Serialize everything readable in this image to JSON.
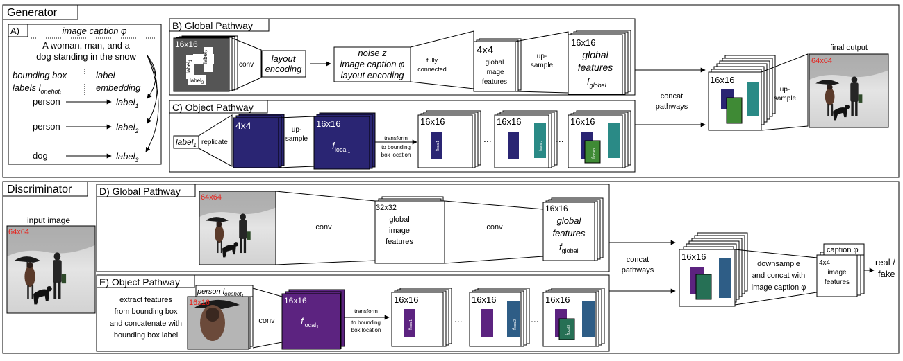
{
  "generator": {
    "title": "Generator",
    "a_label": "A)",
    "caption_header": "image caption φ",
    "caption_text": [
      "A woman, man, and a",
      "dog standing in the snow"
    ],
    "bbox_header": [
      "bounding box",
      "labels l"
    ],
    "bbox_sub": "onehot",
    "bbox_subsub": "i",
    "label_header": [
      "label",
      "embedding"
    ],
    "objects": [
      "person",
      "person",
      "dog"
    ],
    "embeddings": [
      "label",
      "label",
      "label"
    ],
    "embedding_idx": [
      "1",
      "2",
      "3"
    ],
    "global_pathway": {
      "title": "B) Global Pathway",
      "layout_size": "16x16",
      "layout_labels": [
        "label",
        "label",
        "label"
      ],
      "layout_label_idx": [
        "1",
        "2",
        "3"
      ],
      "conv": "conv",
      "layout_encoding": [
        "layout",
        "encoding"
      ],
      "inputs": [
        "noise z",
        "image caption φ",
        "layout encoding"
      ],
      "fc": [
        "fully",
        "connected"
      ],
      "feat_size": "4x4",
      "feat_text": [
        "global",
        "image",
        "features"
      ],
      "upsample": [
        "up-",
        "sample"
      ],
      "out_size": "16x16",
      "out_text": [
        "global",
        "features"
      ],
      "out_f": "f",
      "out_f_sub": "global"
    },
    "object_pathway": {
      "title": "C) Object Pathway",
      "label": "label",
      "label_idx": "1",
      "replicate": "replicate",
      "cube_size": "4x4",
      "upsample": [
        "up-",
        "sample"
      ],
      "local_size": "16x16",
      "f": "f",
      "f_sub": "local",
      "f_idx": "1",
      "transform": [
        "transform",
        "to bounding",
        "box location"
      ],
      "map_size": "16x16",
      "local_labels": [
        "f",
        "f",
        "f"
      ],
      "local_sub": [
        "local1",
        "local2",
        "local3"
      ],
      "dots": "...",
      "concat": [
        "concat",
        "pathways"
      ]
    },
    "merge": {
      "size": "16x16",
      "upsample": [
        "up-",
        "sample"
      ],
      "final_output": "final output",
      "final_size": "64x64"
    }
  },
  "discriminator": {
    "title": "Discriminator",
    "input_image": "input image",
    "input_size": "64x64",
    "global_pathway": {
      "title": "D) Global Pathway",
      "img_size": "64x64",
      "conv1": "conv",
      "mid_size": "32x32",
      "mid_text": [
        "global",
        "image",
        "features"
      ],
      "conv2": "conv",
      "out_size": "16x16",
      "out_text": [
        "global",
        "features"
      ],
      "out_f": "f",
      "out_f_sub": "global"
    },
    "object_pathway": {
      "title": "E) Object Pathway",
      "extract": [
        "extract features",
        "from bounding box",
        "and concatenate with",
        "bounding box label"
      ],
      "person_label": "person l",
      "person_sub": "onehot",
      "person_subsub": "1",
      "crop_size": "16x16",
      "conv": "conv",
      "local_size": "16x16",
      "f": "f",
      "f_sub": "local",
      "f_idx": "1",
      "transform": [
        "transform",
        "to bounding",
        "box location"
      ],
      "map_size": "16x16",
      "local_labels": [
        "f",
        "f",
        "f"
      ],
      "local_sub": [
        "local1",
        "local2",
        "local3"
      ],
      "dots": "...",
      "concat": [
        "concat",
        "pathways"
      ]
    },
    "merge": {
      "size": "16x16",
      "downsample": [
        "downsample",
        "and concat with",
        "image caption φ"
      ],
      "caption": "caption φ",
      "feat": [
        "4x4",
        "image",
        "features"
      ],
      "output": [
        "real /",
        "fake"
      ]
    }
  },
  "colors": {
    "navy": "#2a2573",
    "teal": "#2a8a86",
    "green": "#3f8a35",
    "purple": "#5c2380",
    "slate": "#2e5d86",
    "dark_green": "#267055",
    "gray": "#555555",
    "red": "#e8201a"
  }
}
